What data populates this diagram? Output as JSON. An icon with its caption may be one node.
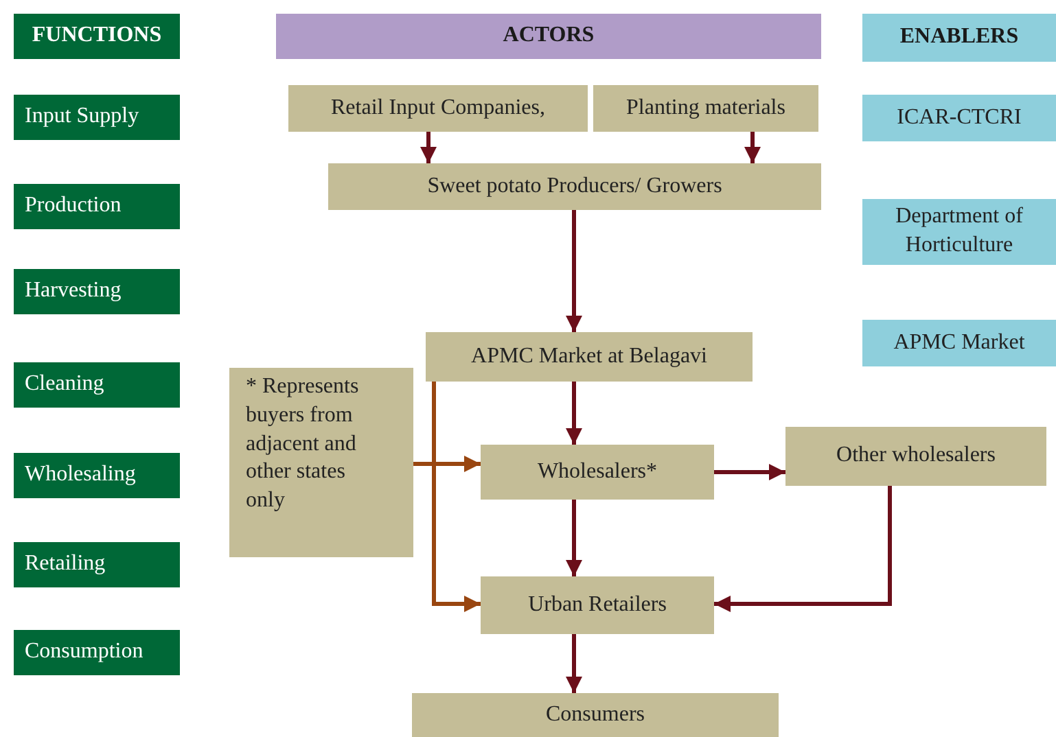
{
  "diagram": {
    "nodes": [
      {
        "text": [
          "FUNCTIONS"
        ]
      },
      {
        "text": [
          "ACTORS"
        ]
      },
      {
        "text": [
          "ENABLERS"
        ]
      },
      {
        "text": [
          "Input Supply"
        ]
      },
      {
        "text": [
          "Production"
        ]
      },
      {
        "text": [
          "Harvesting"
        ]
      },
      {
        "text": [
          "Cleaning"
        ]
      },
      {
        "text": [
          "Wholesaling"
        ]
      },
      {
        "text": [
          "Retailing"
        ]
      },
      {
        "text": [
          "Consumption"
        ]
      },
      {
        "text": [
          "Retail Input Companies,"
        ]
      },
      {
        "text": [
          "Planting materials"
        ]
      },
      {
        "text": [
          "Sweet potato Producers/ Growers"
        ]
      },
      {
        "text": [
          "APMC Market at Belagavi"
        ]
      },
      {
        "text": [
          "* Represents buyers from adjacent and other states only"
        ]
      },
      {
        "text": [
          "Wholesalers*"
        ]
      },
      {
        "text": [
          "Other wholesalers"
        ]
      },
      {
        "text": [
          "Urban Retailers"
        ]
      },
      {
        "text": [
          "Consumers"
        ]
      },
      {
        "text": [
          "ICAR-CTCRI"
        ]
      },
      {
        "text": [
          "Department of Horticulture"
        ]
      },
      {
        "text": [
          "APMC Market"
        ]
      }
    ],
    "edges": [
      {
        "from": 10,
        "to": 12,
        "arrow": "to"
      },
      {
        "from": 11,
        "to": 12,
        "arrow": "to"
      },
      {
        "from": 12,
        "to": 13,
        "arrow": "to"
      },
      {
        "from": 13,
        "to": 15,
        "arrow": "to"
      },
      {
        "from": 15,
        "to": 16,
        "arrow": "to"
      },
      {
        "from": 15,
        "to": 17,
        "arrow": "to"
      },
      {
        "from": 16,
        "to": 17,
        "arrow": "to"
      },
      {
        "from": 13,
        "to": 17,
        "arrow": "to",
        "color": "#994610"
      },
      {
        "from": 14,
        "to": 15,
        "arrow": "to",
        "color": "#994610"
      },
      {
        "from": 17,
        "to": 18,
        "arrow": "to"
      }
    ]
  }
}
